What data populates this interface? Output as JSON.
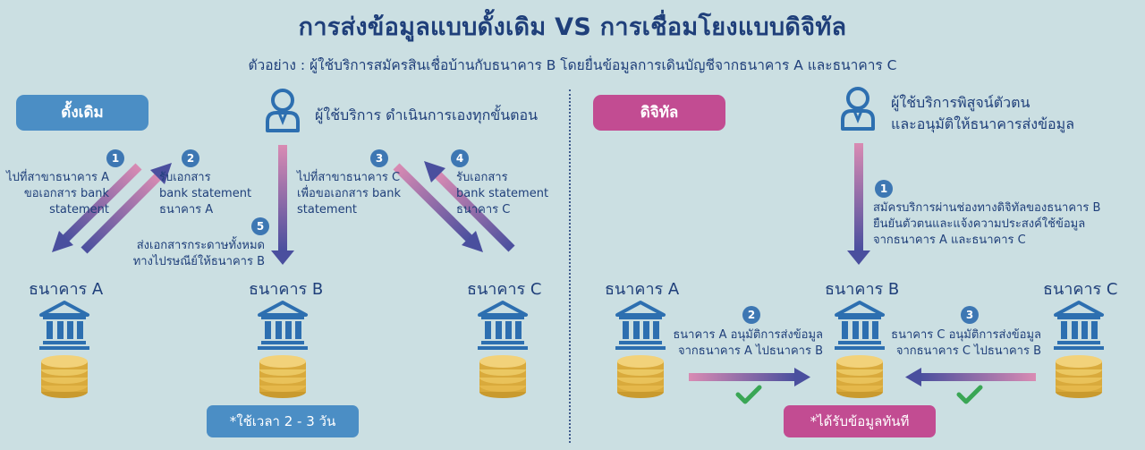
{
  "title": "การส่งข้อมูลแบบดั้งเดิม VS การเชื่อมโยงแบบดิจิทัล",
  "subtitle": "ตัวอย่าง : ผู้ใช้บริการสมัครสินเชื่อบ้านกับธนาคาร B โดยยื่นข้อมูลการเดินบัญชีจากธนาคาร A และธนาคาร C",
  "colors": {
    "background": "#cbdfe2",
    "blue": "#4b8ec5",
    "pink": "#c24c92",
    "dark_navy": "#1f3f7a",
    "gold": "#e5b84b",
    "check_green": "#3aa655"
  },
  "traditional": {
    "label": "ดั้งเดิม",
    "user": "ผู้ใช้บริการ ดำเนินการเองทุกขั้นตอน",
    "banks": [
      "ธนาคาร A",
      "ธนาคาร B",
      "ธนาคาร C"
    ],
    "steps": [
      {
        "num": "1",
        "text": "ไปที่สาขาธนาคาร A\nขอเอกสาร bank\nstatement"
      },
      {
        "num": "2",
        "text": "รับเอกสาร\nbank statement\nธนาคาร A"
      },
      {
        "num": "3",
        "text": "ไปที่สาขาธนาคาร C\nเพื่อขอเอกสาร bank\nstatement"
      },
      {
        "num": "4",
        "text": "รับเอกสาร\nbank statement\nธนาคาร C"
      },
      {
        "num": "5",
        "text": "ส่งเอกสารกระดาษทั้งหมด\nทางไปรษณีย์ให้ธนาคาร B"
      }
    ],
    "note": "*ใช้เวลา 2 - 3 วัน"
  },
  "digital": {
    "label": "ดิจิทัล",
    "user": "ผู้ใช้บริการพิสูจน์ตัวตน\nและอนุมัติให้ธนาคารส่งข้อมูล",
    "banks": [
      "ธนาคาร A",
      "ธนาคาร B",
      "ธนาคาร C"
    ],
    "steps": [
      {
        "num": "1",
        "text": "สมัครบริการผ่านช่องทางดิจิทัลของธนาคาร B\nยืนยันตัวตนและแจ้งความประสงค์ใช้ข้อมูล\nจากธนาคาร A และธนาคาร C"
      },
      {
        "num": "2",
        "text": "ธนาคาร A อนุมัติการส่งข้อมูล\nจากธนาคาร A ไปธนาคาร B"
      },
      {
        "num": "3",
        "text": "ธนาคาร C อนุมัติการส่งข้อมูล\nจากธนาคาร C ไปธนาคาร B"
      }
    ],
    "note": "*ได้รับข้อมูลทันที"
  }
}
